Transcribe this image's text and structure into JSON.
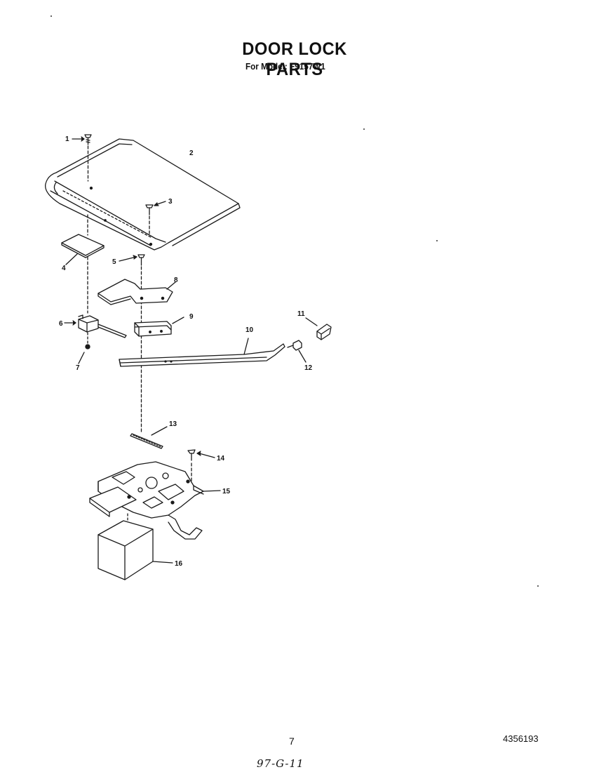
{
  "header": {
    "title": "DOOR LOCK PARTS",
    "model_label": "For Model:",
    "model_number": "F9157W1"
  },
  "callouts": [
    "1",
    "2",
    "3",
    "4",
    "5",
    "6",
    "7",
    "8",
    "9",
    "10",
    "11",
    "12",
    "13",
    "14",
    "15",
    "16"
  ],
  "footer": {
    "page_number": "7",
    "document_number": "4356193",
    "handwritten_note": "97-G-11"
  }
}
